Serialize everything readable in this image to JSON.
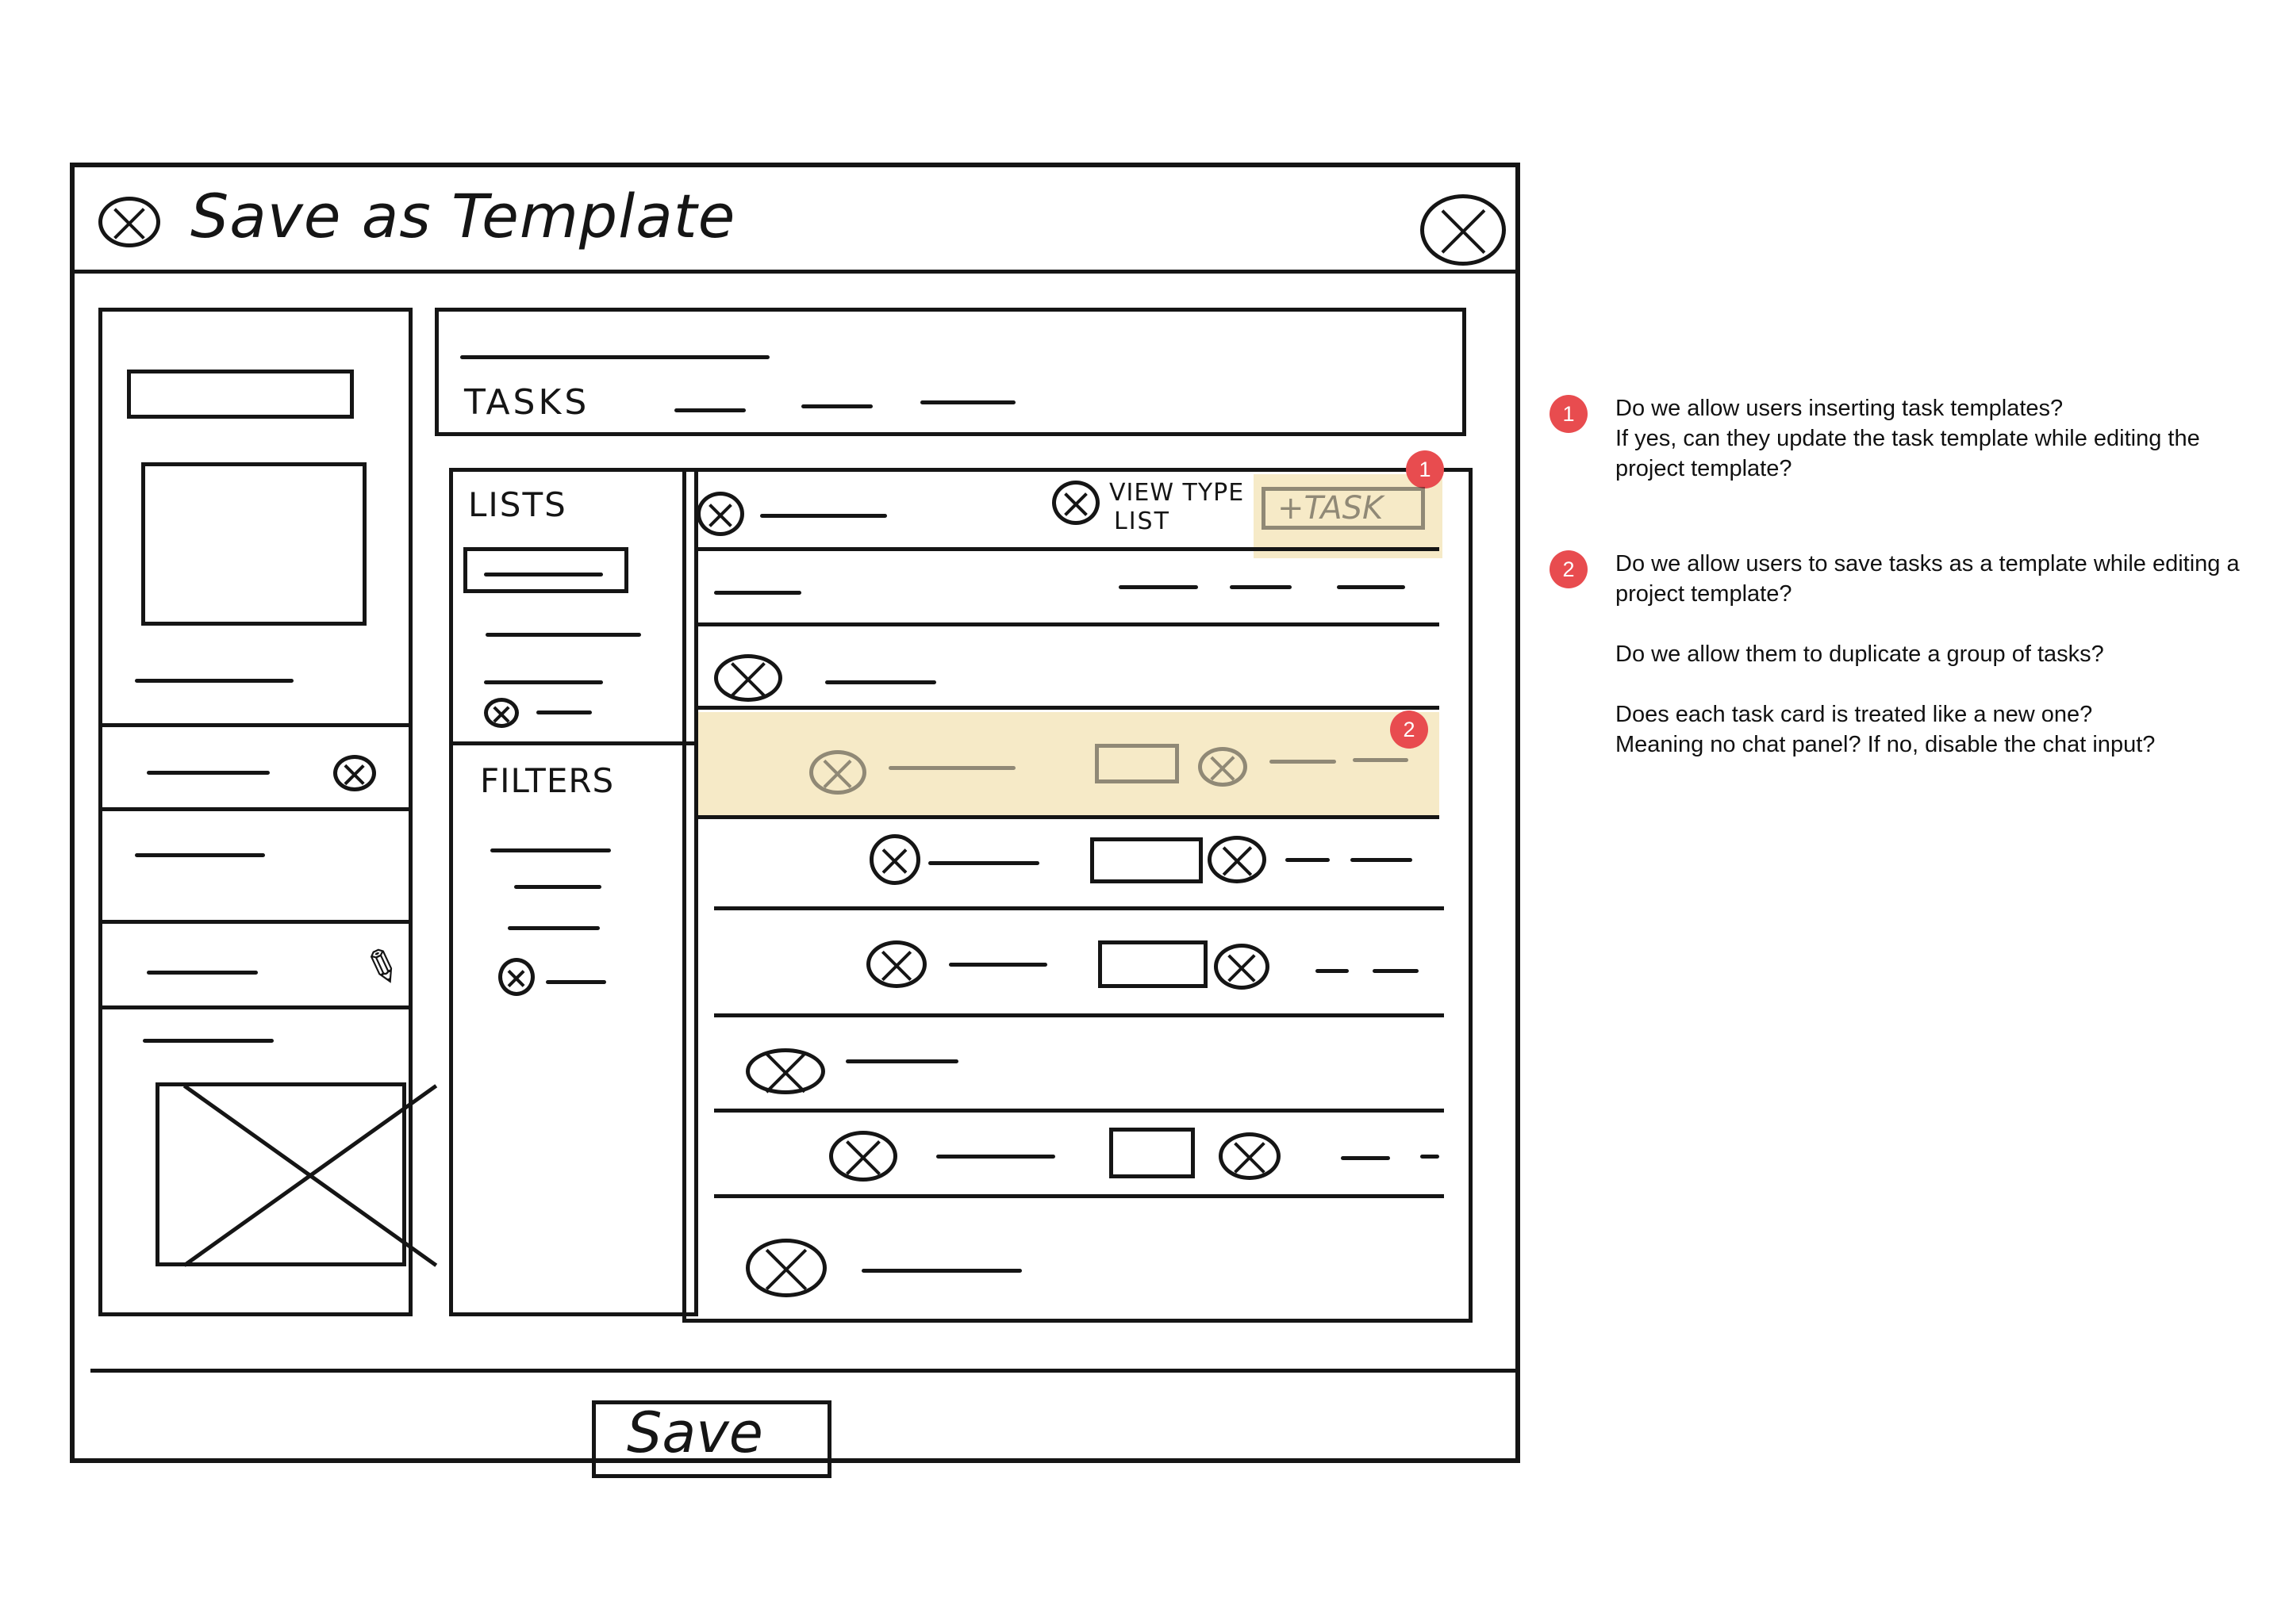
{
  "window": {
    "title": "Save as Template",
    "tasks_heading": "TASKS",
    "lists_heading": "LISTS",
    "filters_heading": "FILTERS",
    "view_type_label": "VIEW TYPE",
    "view_type_value": "LIST",
    "add_task_label": "+TASK",
    "save_label": "Save"
  },
  "annotations": [
    {
      "number": "1",
      "text": "Do we allow users inserting task templates?\nIf yes, can they update the task template while editing the project template?"
    },
    {
      "number": "2",
      "text": "Do we allow users to save tasks as a template while editing a project template?\n\nDo we allow them to duplicate a group of tasks?\n\nDoes each task card is treated like a new one?\nMeaning no chat panel? If no, disable the chat input?"
    }
  ],
  "colors": {
    "ink": "#151515",
    "highlight": "#f3e4b7",
    "badge": "#e84c4f"
  }
}
